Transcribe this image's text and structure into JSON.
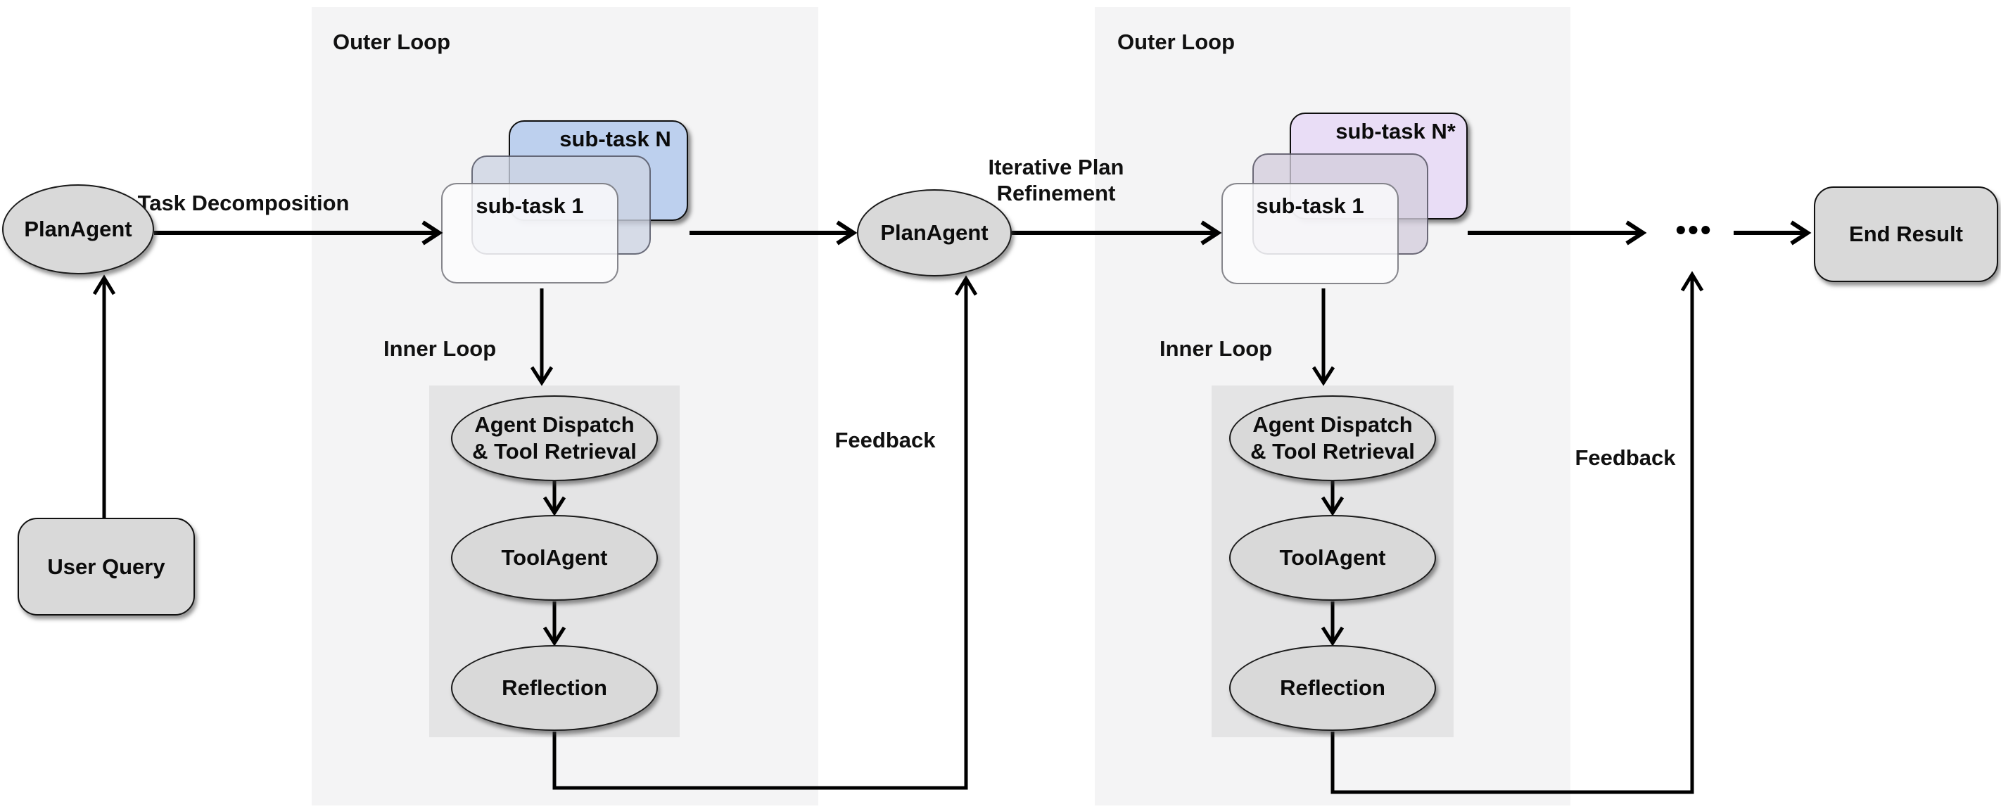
{
  "colors": {
    "outer_panel": "#f4f4f5",
    "inner_panel": "#e4e4e5",
    "node_fill": "#d9d9d9",
    "card_blue": "#bdd0ee",
    "card_purple": "#e9ddf6"
  },
  "left": {
    "plan_agent": "PlanAgent",
    "user_query": "User Query",
    "task_decomposition": "Task Decomposition"
  },
  "middle": {
    "plan_agent": "PlanAgent",
    "iterative_plan_refinement": "Iterative Plan\nRefinement",
    "feedback": "Feedback"
  },
  "right": {
    "feedback": "Feedback",
    "ellipsis": "•••",
    "end_result": "End Result"
  },
  "groups": [
    {
      "outer_loop": "Outer Loop",
      "inner_loop": "Inner Loop",
      "subtask_back": "sub-task N",
      "subtask_front": "sub-task 1",
      "inner_nodes": [
        "Agent Dispatch\n& Tool Retrieval",
        "ToolAgent",
        "Reflection"
      ]
    },
    {
      "outer_loop": "Outer Loop",
      "inner_loop": "Inner Loop",
      "subtask_back": "sub-task N*",
      "subtask_front": "sub-task 1",
      "inner_nodes": [
        "Agent Dispatch\n& Tool Retrieval",
        "ToolAgent",
        "Reflection"
      ]
    }
  ]
}
